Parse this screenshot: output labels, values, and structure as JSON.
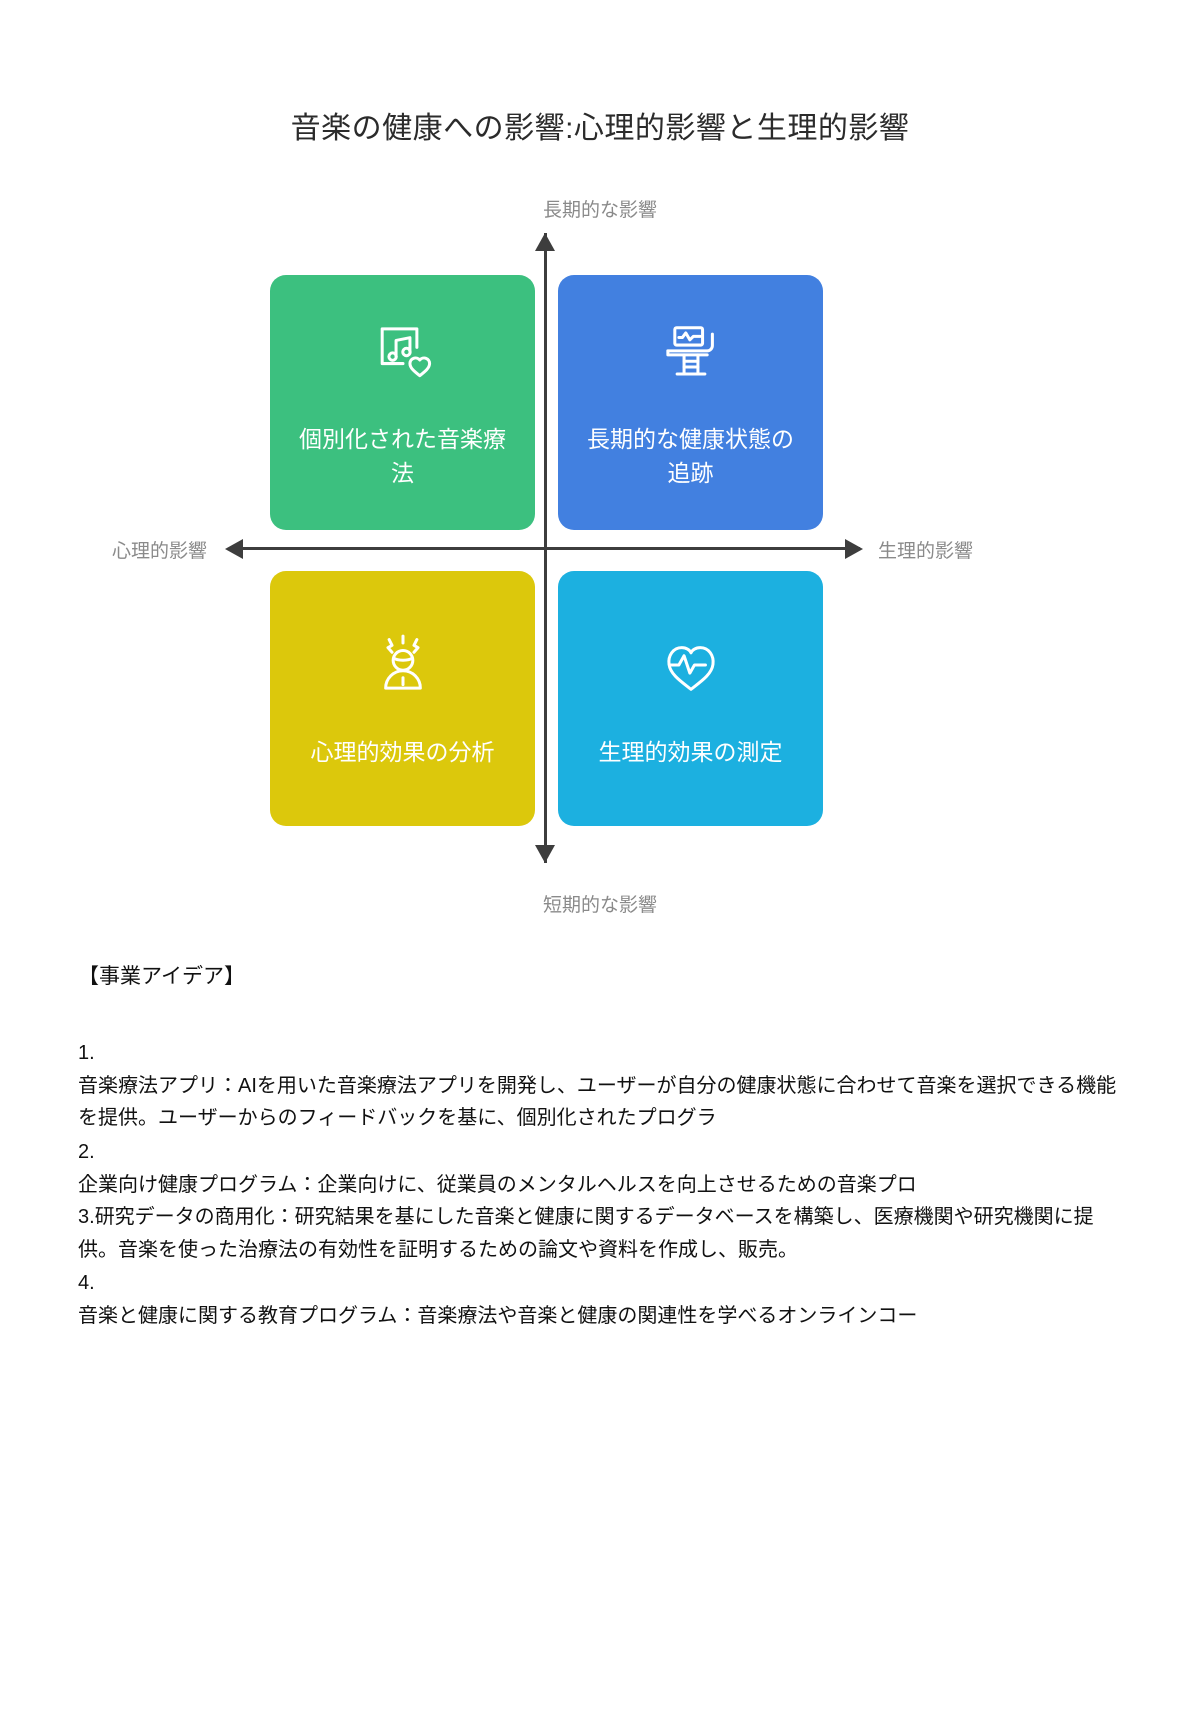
{
  "document": {
    "title": "音楽の健康への影響:心理的影響と生理的影響"
  },
  "matrix": {
    "axes": {
      "top": "長期的な影響",
      "bottom": "短期的な影響",
      "left": "心理的影響",
      "right": "生理的影響"
    },
    "quadrants": [
      {
        "position": "top-left",
        "label": "個別化された音楽療法",
        "icon": "music-heart-icon",
        "color": "#3cc07f"
      },
      {
        "position": "top-right",
        "label": "長期的な健康状態の追跡",
        "icon": "medical-monitor-chair-icon",
        "color": "#4280e0"
      },
      {
        "position": "bottom-left",
        "label": "心理的効果の分析",
        "icon": "stressed-person-icon",
        "color": "#dcc80c"
      },
      {
        "position": "bottom-right",
        "label": "生理的効果の測定",
        "icon": "heart-pulse-icon",
        "color": "#1cb0e0"
      }
    ]
  },
  "body": {
    "heading": "【事業アイデア】",
    "ideas": [
      {
        "number": "1.",
        "text": "音楽療法アプリ：AIを用いた音楽療法アプリを開発し、ユーザーが自分の健康状態に合わせて音楽を選択できる機能を提供。ユーザーからのフィードバックを基に、個別化されたプログラ"
      },
      {
        "number": "2.",
        "text": "企業向け健康プログラム：企業向けに、従業員のメンタルヘルスを向上させるための音楽プロ"
      },
      {
        "number": "3.",
        "text": "研究データの商用化：研究結果を基にした音楽と健康に関するデータベースを構築し、医療機関や研究機関に提供。音楽を使った治療法の有効性を証明するための論文や資料を作成し、販売。"
      },
      {
        "number": "4.",
        "text": "音楽と健康に関する教育プログラム：音楽療法や音楽と健康の関連性を学べるオンラインコー"
      }
    ]
  }
}
